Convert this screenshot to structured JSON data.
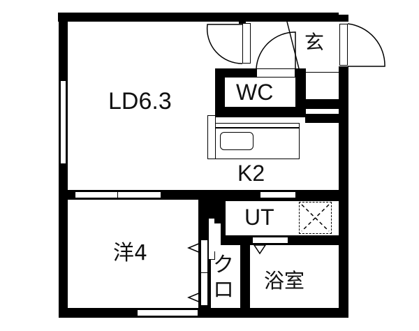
{
  "floor_plan": {
    "rooms": [
      {
        "id": "ld",
        "label": "LD6.3",
        "description": "Living-Dining 6.3 tatami"
      },
      {
        "id": "k",
        "label": "K2",
        "description": "Kitchen 2 tatami"
      },
      {
        "id": "wc",
        "label": "WC",
        "description": "Toilet"
      },
      {
        "id": "entrance",
        "label": "玄",
        "description": "Entrance"
      },
      {
        "id": "ut",
        "label": "UT",
        "description": "Utility"
      },
      {
        "id": "bedroom",
        "label": "洋4",
        "description": "Western room 4 tatami"
      },
      {
        "id": "closet",
        "label": "クロ",
        "description": "Closet"
      },
      {
        "id": "bath",
        "label": "浴室",
        "description": "Bathroom"
      }
    ],
    "colors": {
      "wall": "#000000",
      "background": "#ffffff",
      "line": "#000000"
    }
  }
}
